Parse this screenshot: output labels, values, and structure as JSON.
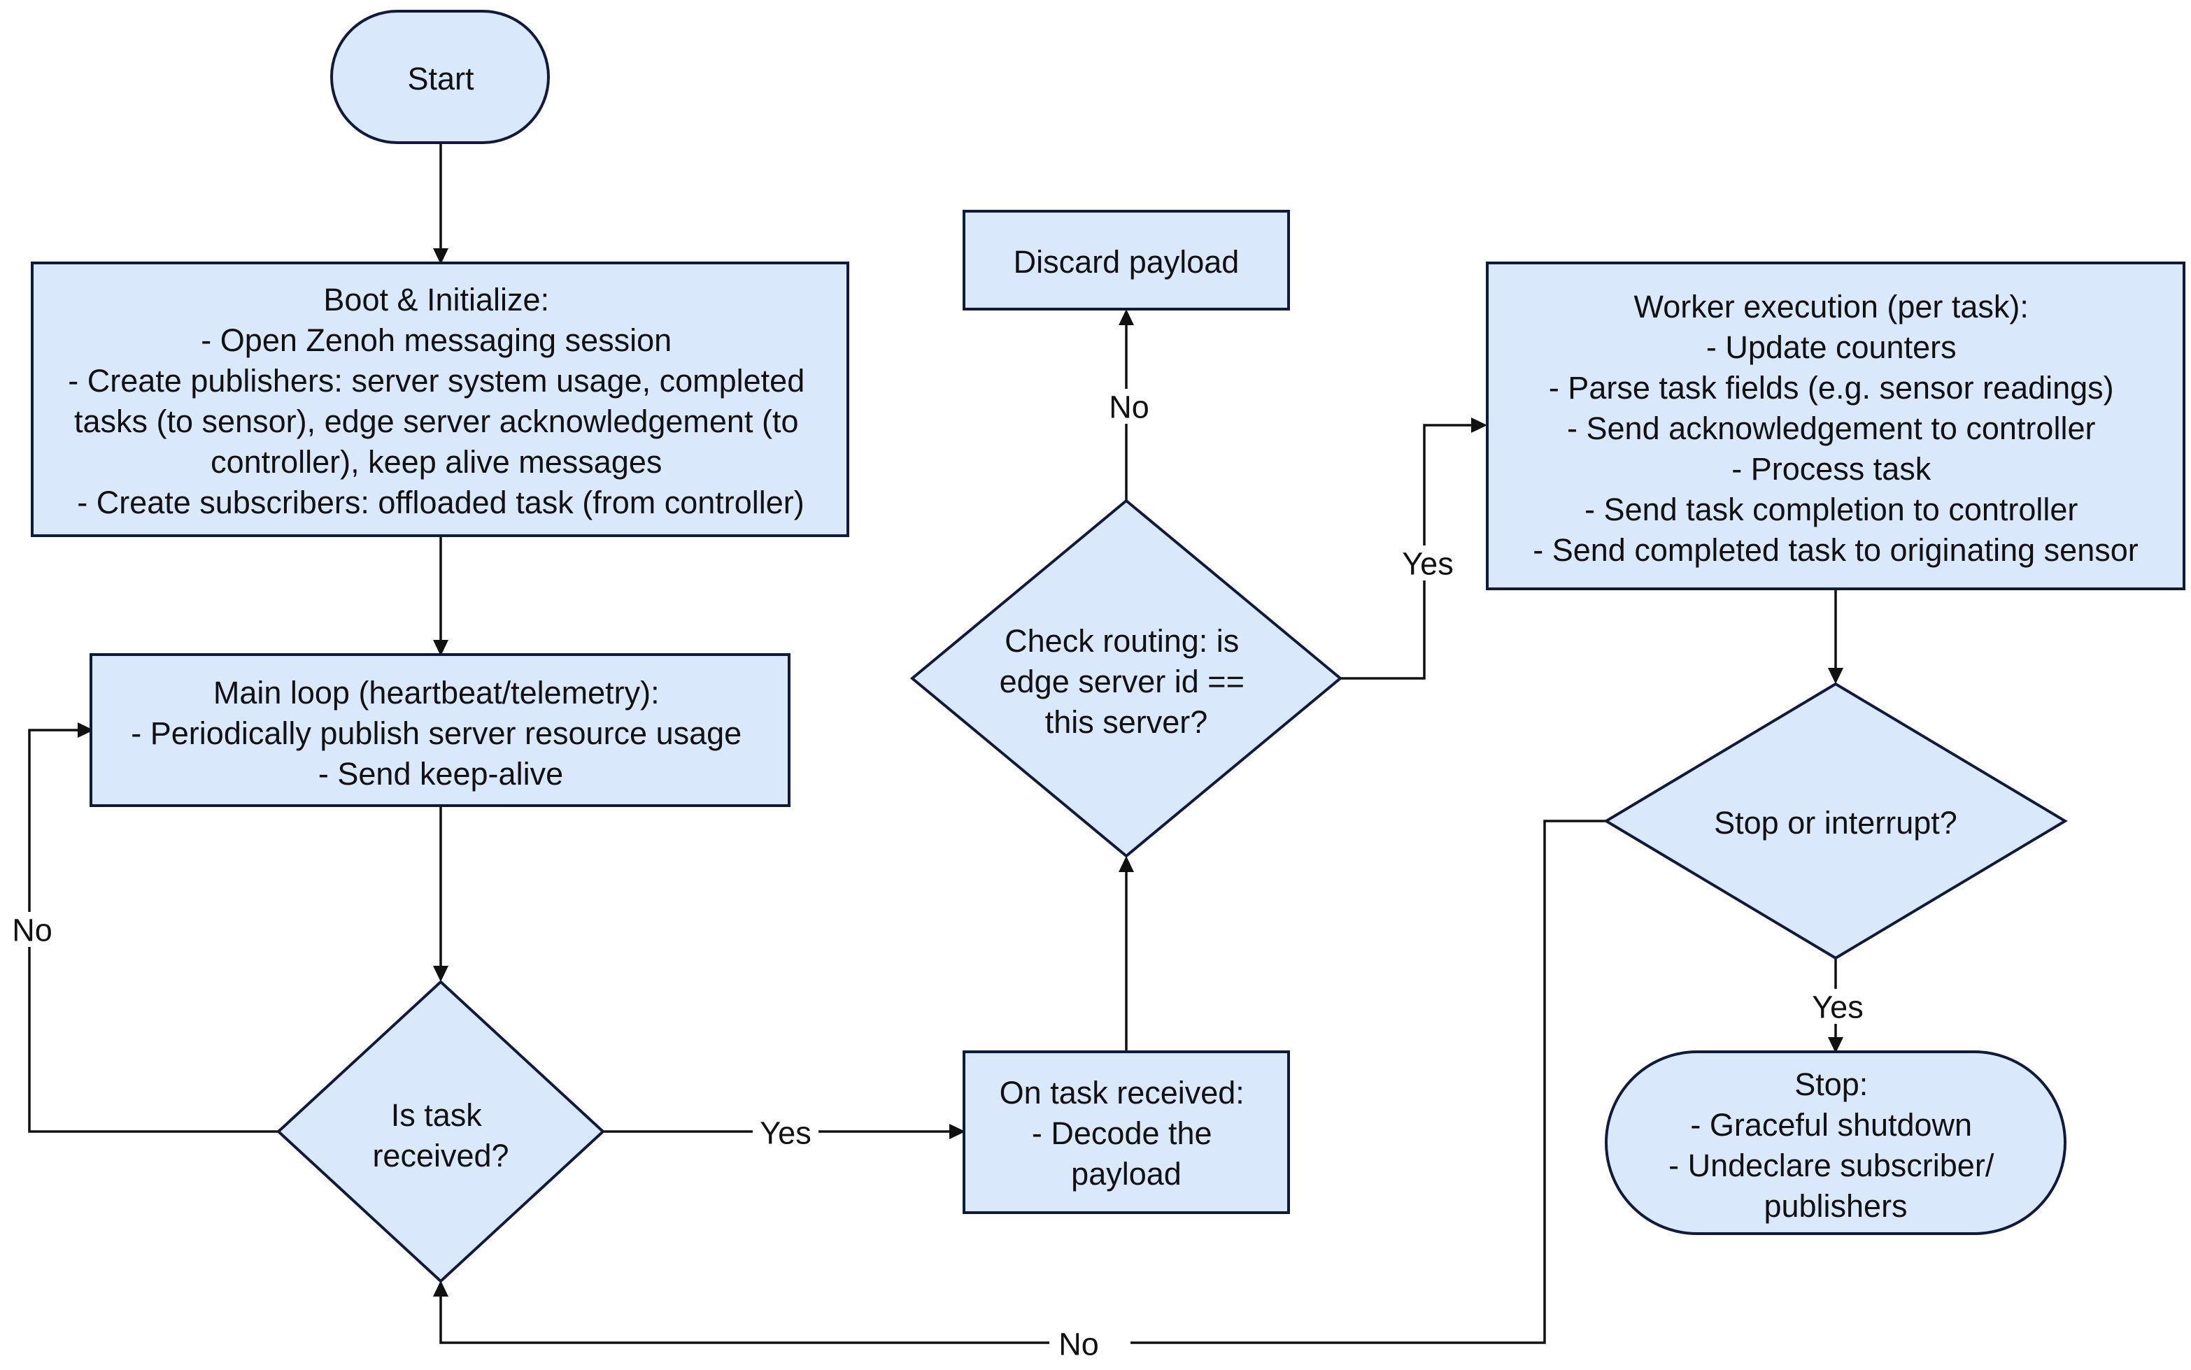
{
  "nodes": {
    "start": {
      "lines": [
        "Start"
      ]
    },
    "boot": {
      "lines": [
        "Boot & Initialize:",
        "- Open Zenoh messaging session",
        "- Create publishers: server system usage, completed",
        "tasks (to sensor), edge server acknowledgement (to",
        "controller), keep alive messages",
        "- Create subscribers: offloaded task (from controller)"
      ]
    },
    "main_loop": {
      "lines": [
        "Main loop (heartbeat/telemetry):",
        "- Periodically publish server resource usage",
        "- Send keep-alive"
      ]
    },
    "is_task": {
      "lines": [
        "Is task",
        "received?"
      ]
    },
    "on_task": {
      "lines": [
        "On task received:",
        "- Decode the",
        "payload"
      ]
    },
    "check_routing": {
      "lines": [
        "Check routing: is",
        "edge server id ==",
        "this server?"
      ]
    },
    "discard": {
      "lines": [
        "Discard payload"
      ]
    },
    "worker": {
      "lines": [
        "Worker execution (per task):",
        "- Update counters",
        "- Parse task fields (e.g. sensor readings)",
        "- Send acknowledgement to controller",
        "- Process task",
        "- Send task completion to controller",
        "- Send completed task to originating sensor"
      ]
    },
    "stop_q": {
      "lines": [
        "Stop or interrupt?"
      ]
    },
    "stop": {
      "lines": [
        "Stop:",
        "- Graceful shutdown",
        "- Undeclare subscriber/",
        "publishers"
      ]
    }
  },
  "edge_labels": {
    "no_loop": "No",
    "yes_task": "Yes",
    "no_discard": "No",
    "yes_route": "Yes",
    "yes_stop": "Yes",
    "no_continue": "No"
  },
  "colors": {
    "node_fill": "#dae8fc",
    "node_stroke": "#0f1a3c",
    "edge": "#111111"
  }
}
